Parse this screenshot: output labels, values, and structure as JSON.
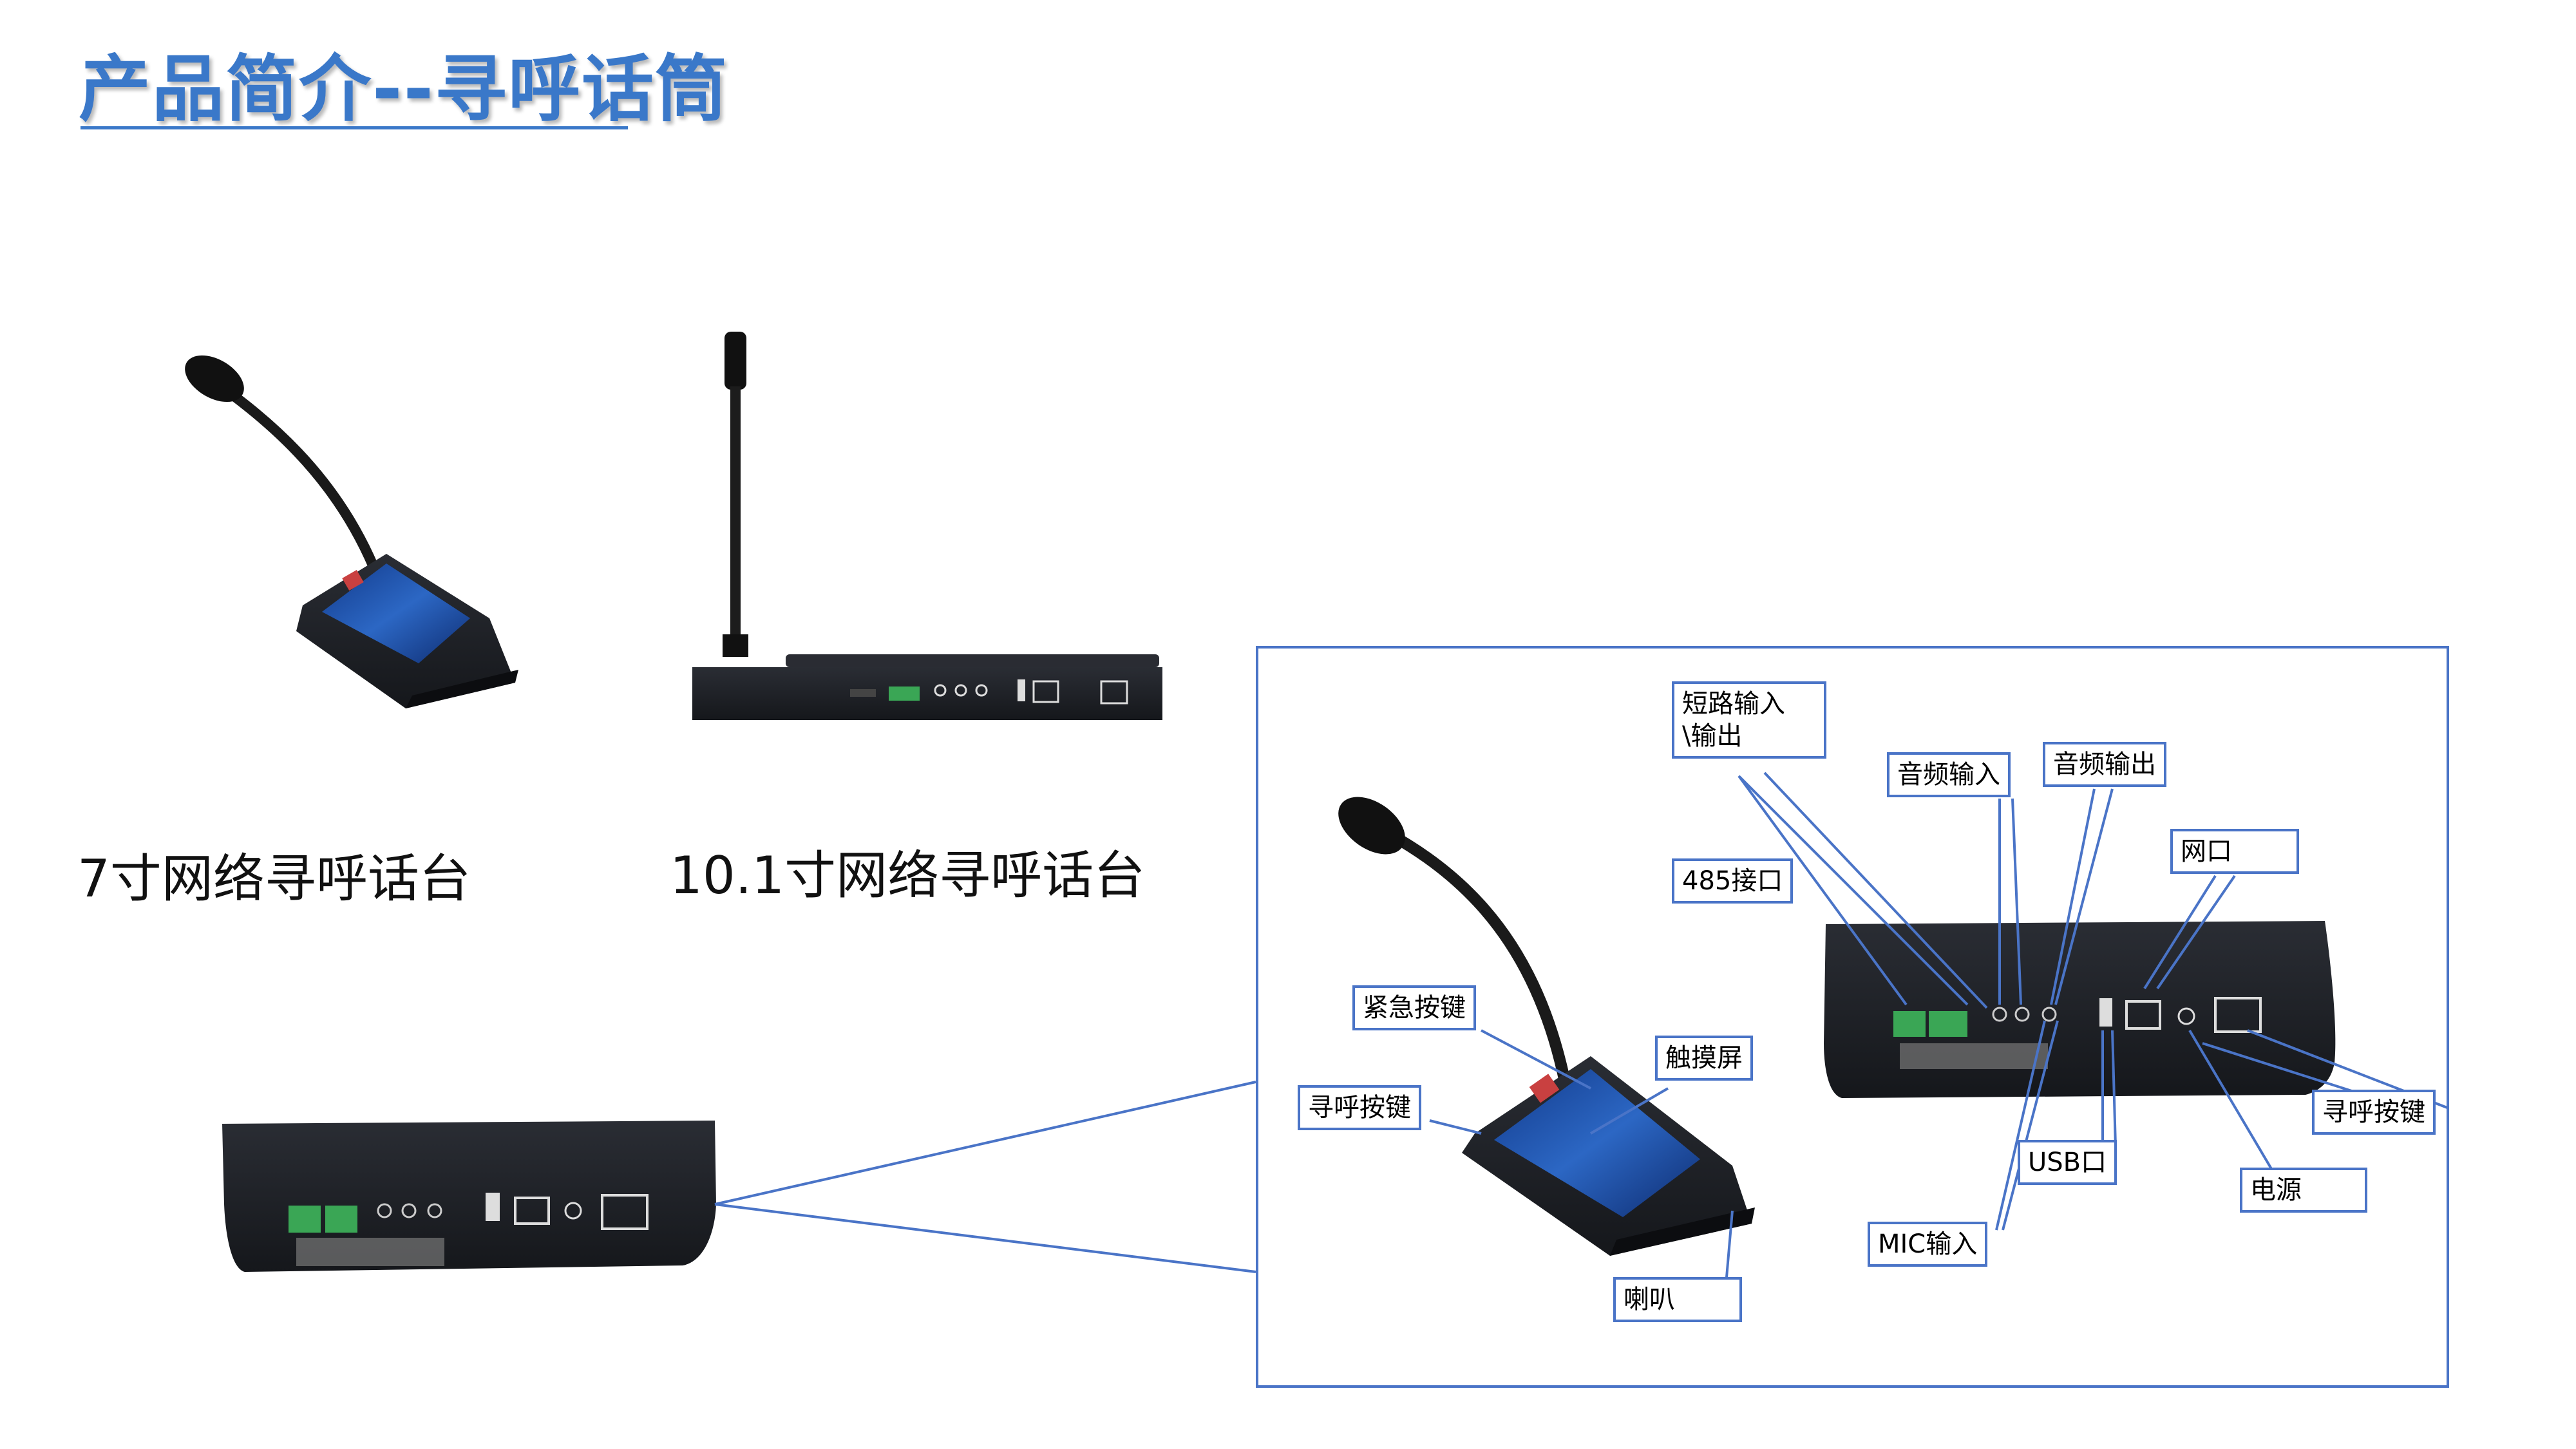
{
  "header": {
    "title": "产品简介--寻呼话筒"
  },
  "products": [
    {
      "caption": "7寸网络寻呼话台"
    },
    {
      "caption": "10.1寸网络寻呼话台"
    }
  ],
  "callouts": {
    "short_circuit": "短路输入\\输出",
    "audio_in": "音频输入",
    "audio_out": "音频输出",
    "network": "网口",
    "rs485": "485接口",
    "emergency": "紧急按键",
    "touch": "触摸屏",
    "page_key_left": "寻呼按键",
    "page_key_right": "寻呼按键",
    "usb": "USB口",
    "power": "电源",
    "mic_in": "MIC输入",
    "speaker": "喇叭"
  },
  "colors": {
    "title": "#3a78c9",
    "frame": "#4a74c7",
    "device_body": "#1c1e24",
    "terminal": "#3aa655",
    "screen": "#1f4fa0"
  }
}
